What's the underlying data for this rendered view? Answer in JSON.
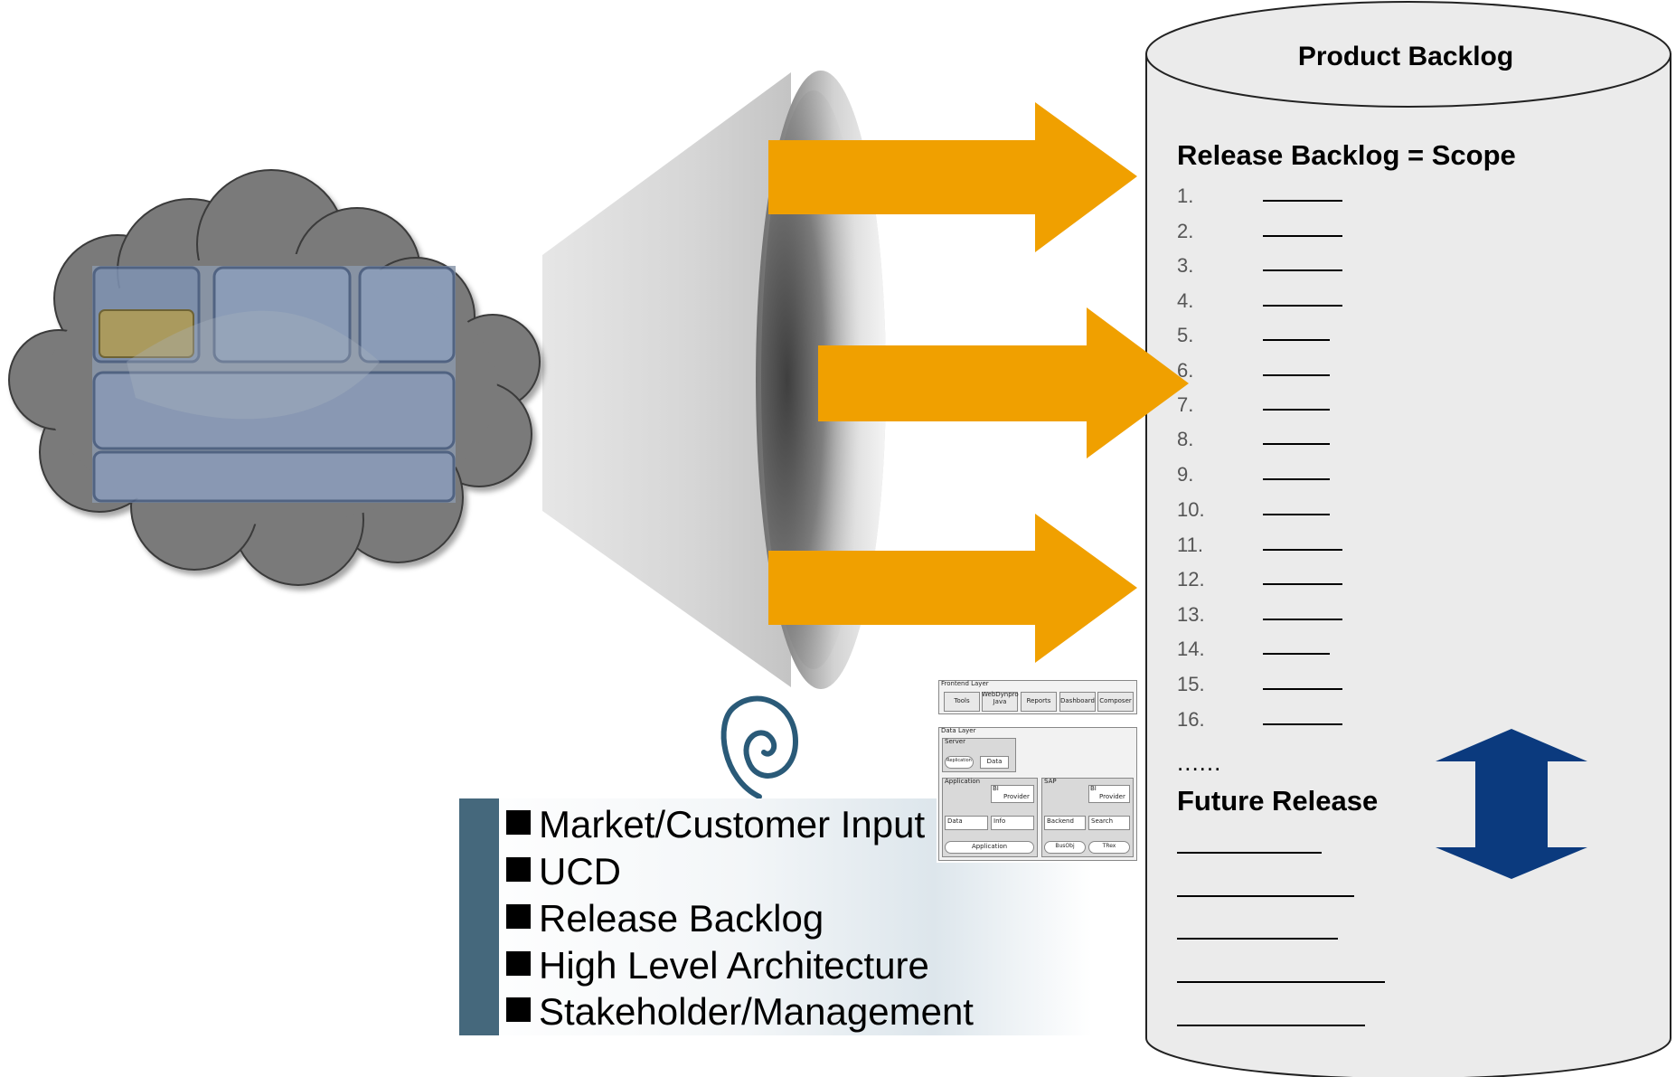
{
  "product_backlog": {
    "title": "Product Backlog",
    "release_title": "Release Backlog = Scope",
    "items": [
      "1.",
      "2.",
      "3.",
      "4.",
      "5.",
      "6.",
      "7.",
      "8.",
      "9.",
      "10.",
      "11.",
      "12.",
      "13.",
      "14.",
      "15.",
      "16."
    ],
    "ellipsis": "......",
    "future_title": "Future Release"
  },
  "inputs": {
    "items": [
      "Market/Customer Input",
      "UCD",
      "Release Backlog",
      "High Level Architecture",
      "Stakeholder/Management"
    ]
  },
  "architecture": {
    "frontend_label": "Frontend Layer",
    "frontend_items": [
      "Tools",
      "WebDynpro Java",
      "Reports",
      "Dashboard",
      "Composer"
    ],
    "data_label": "Data Layer",
    "server_label": "Server",
    "replication": "Replication",
    "data": "Data",
    "application_label": "Application",
    "sap_label": "SAP",
    "bi": "BI",
    "provider": "Provider",
    "data2": "Data",
    "info": "Info",
    "backend": "Backend",
    "search": "Search",
    "application": "Application",
    "busobj": "BusObj",
    "trex": "TRex"
  },
  "colors": {
    "arrow": "#f0a000",
    "double_arrow": "#0b3a7e",
    "cloud": "#777777",
    "cylinder": "#ebebeb",
    "bullet_bar": "#45687c",
    "spiral": "#2a5a78"
  },
  "icons": [
    "cloud-icon",
    "funnel-icon",
    "spiral-icon",
    "double-arrow-icon",
    "architecture-thumbnail"
  ]
}
